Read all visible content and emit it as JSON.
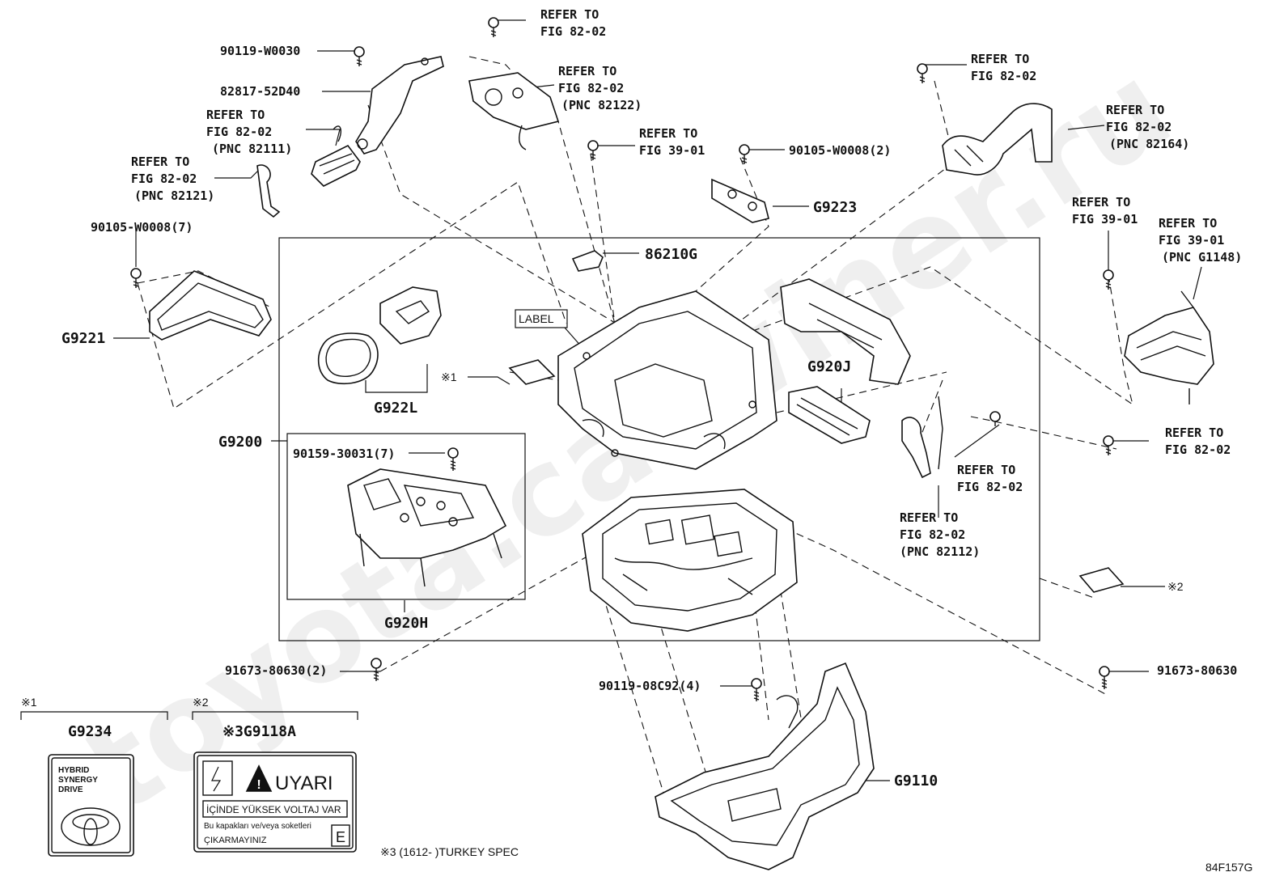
{
  "labels": {
    "l_90119_w0030": "90119-W0030",
    "l_82817": "82817-52D40",
    "l_refer_82111_a": "REFER TO",
    "l_refer_82111_b": "FIG 82-02",
    "l_refer_82111_c": "(PNC 82111)",
    "l_refer_82121_a": "REFER TO",
    "l_refer_82121_b": "FIG 82-02",
    "l_refer_82121_c": "(PNC 82121)",
    "l_refer_top1_a": "REFER TO",
    "l_refer_top1_b": "FIG 82-02",
    "l_refer_82122_a": "REFER TO",
    "l_refer_82122_b": "FIG 82-02",
    "l_refer_82122_c": "(PNC 82122)",
    "l_refer_3901_a": "REFER TO",
    "l_refer_3901_b": "FIG 39-01",
    "l_90105_w0008_2": "90105-W0008(2)",
    "l_g9223": "G9223",
    "l_refer_topr_a": "REFER TO",
    "l_refer_topr_b": "FIG 82-02",
    "l_refer_82164_a": "REFER TO",
    "l_refer_82164_b": "FIG 82-02",
    "l_refer_82164_c": "(PNC 82164)",
    "l_refer_r3901_a": "REFER TO",
    "l_refer_r3901_b": "FIG 39-01",
    "l_refer_g1148_a": "REFER TO",
    "l_refer_g1148_b": "FIG 39-01",
    "l_refer_g1148_c": "(PNC G1148)",
    "l_90105_w0008_7": "90105-W0008(7)",
    "l_g9221": "G9221",
    "l_86210g": "86210G",
    "l_label": "LABEL",
    "l_mark1": "※1",
    "l_g922l": "G922L",
    "l_g920j": "G920J",
    "l_g9200": "G9200",
    "l_90159": "90159-30031(7)",
    "l_g920h": "G920H",
    "l_refer_mr_a": "REFER TO",
    "l_refer_mr_b": "FIG 82-02",
    "l_refer_82112_a": "REFER TO",
    "l_refer_82112_b": "FIG 82-02",
    "l_refer_82112_c": "(PNC 82112)",
    "l_refer_rr_a": "REFER TO",
    "l_refer_rr_b": "FIG 82-02",
    "l_mark2": "※2",
    "l_91673_2": "91673-80630(2)",
    "l_90119_08c92": "90119-08C92(4)",
    "l_91673": "91673-80630",
    "l_g9110": "G9110",
    "l_box1_mark": "※1",
    "l_box1_part": "G9234",
    "l_box2_mark": "※2",
    "l_box2_part": "※3G9118A",
    "l_turkey": "※3 (1612-      )TURKEY SPEC",
    "l_figcode": "84F157G"
  },
  "badge_hsd": {
    "line1": "HYBRID",
    "line2": "SYNERGY",
    "line3": "DRIVE"
  },
  "warning_label": {
    "title": "UYARI",
    "line1": "İÇİNDE YÜKSEK VOLTAJ VAR",
    "line2": "Bu kapakları ve/veya soketleri",
    "line3": "ÇIKARMAYINIZ",
    "corner": "E"
  },
  "watermark": "toyota.carwiner.ru"
}
